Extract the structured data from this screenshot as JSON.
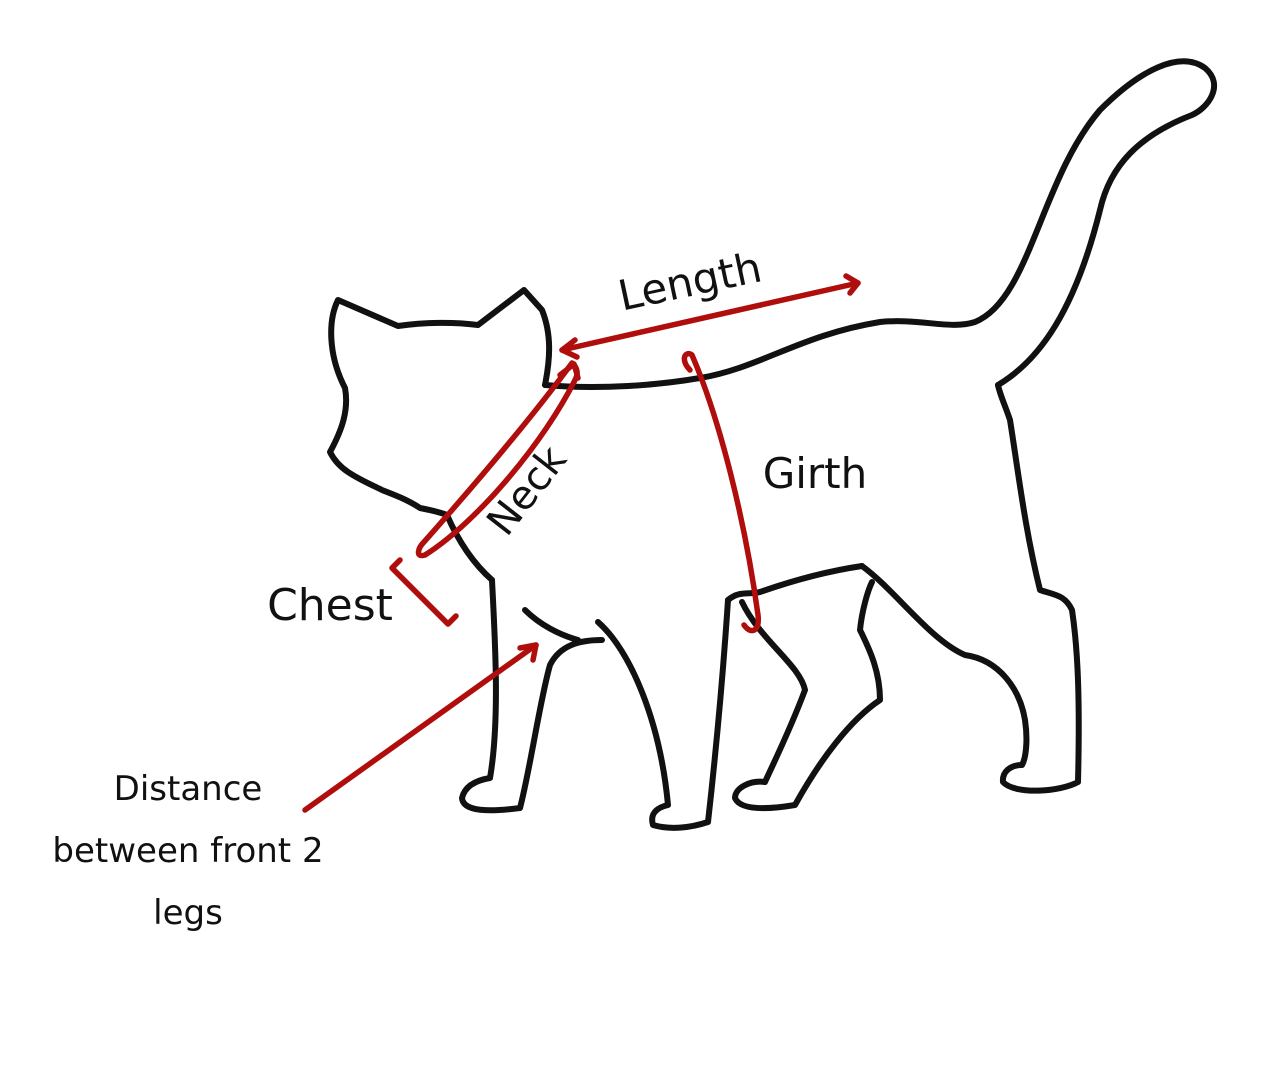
{
  "labels": {
    "length": "Length",
    "neck": "Neck",
    "girth": "Girth",
    "chest": "Chest",
    "distance_line1": "Distance",
    "distance_line2": "between front 2",
    "distance_line3": "legs"
  },
  "colors": {
    "outline": "#111111",
    "measure": "#b00d0d",
    "background": "#ffffff"
  }
}
